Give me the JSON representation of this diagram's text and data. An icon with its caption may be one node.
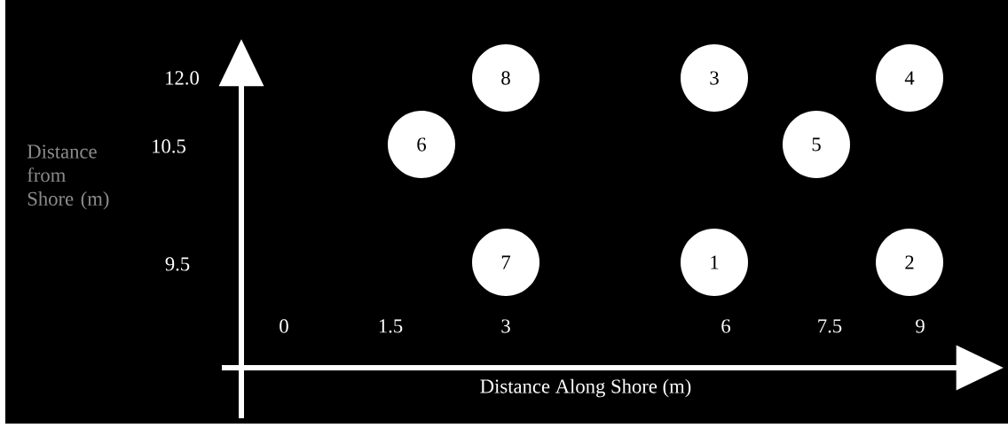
{
  "diagram": {
    "nodes": [
      {
        "text": [
          "8"
        ]
      },
      {
        "text": [
          "3"
        ]
      },
      {
        "text": [
          "4"
        ]
      },
      {
        "text": [
          "6"
        ]
      },
      {
        "text": [
          "5"
        ]
      },
      {
        "text": [
          "7"
        ]
      },
      {
        "text": [
          "1"
        ]
      },
      {
        "text": [
          "2"
        ]
      }
    ],
    "labels": [
      "12.0",
      "Distance from Shore (m)",
      "10.5",
      "9.5",
      "0",
      "1.5",
      "3",
      "6",
      "7.5",
      "9",
      "Distance Along Shore (m)"
    ]
  }
}
